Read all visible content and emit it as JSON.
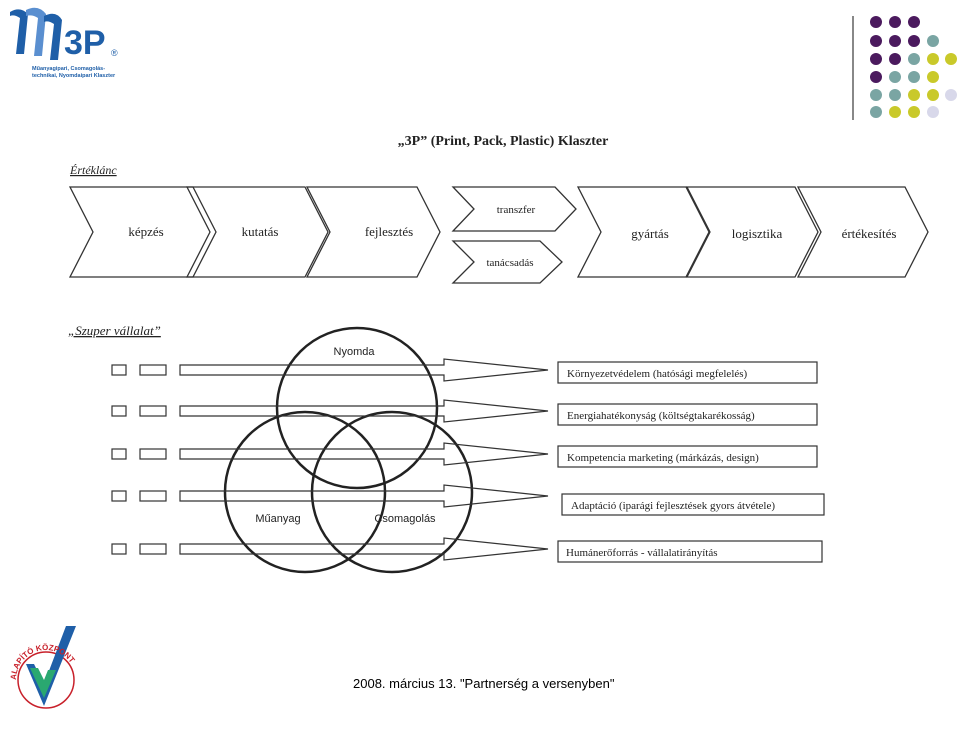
{
  "logo": {
    "brand": "3P",
    "registered": "®",
    "subtitle_lines": [
      "Műanyagipari, Csomagolás-",
      "technikai, Nyomdaipari Klaszter"
    ]
  },
  "slide": {
    "title": "„3P” (Print, Pack, Plastic) Klaszter",
    "value_chain_label": "Értéklánc",
    "value_chain": [
      "képzés",
      "kutatás",
      "fejlesztés",
      "gyártás",
      "logisztika",
      "értékesítés"
    ],
    "value_chain_split": [
      "transzfer",
      "tanácsadás"
    ],
    "super_company_label": "„Szuper vállalat”",
    "circles": [
      "Nyomda",
      "Műanyag",
      "Csomagolás"
    ],
    "outcomes": [
      "Környezetvédelem (hatósági megfelelés)",
      "Energiahatékonyság (költségtakarékosság)",
      "Kompetencia marketing (márkázás, design)",
      "Adaptáció (iparági fejlesztések gyors átvétele)",
      "Humánerőforrás - vállalatirányítás"
    ]
  },
  "colors": {
    "purple": "#4b1a5e",
    "teal": "#7aa5a3",
    "yellow": "#c9c92a",
    "lavender": "#d8d8ea",
    "logo_blue": "#1f5fa8"
  },
  "footer": {
    "text": "2008. március 13. \"Partnerség a versenyben\""
  },
  "bottom_logo": {
    "ring_text": "ALAPÍTÓ KÖZPONT"
  }
}
